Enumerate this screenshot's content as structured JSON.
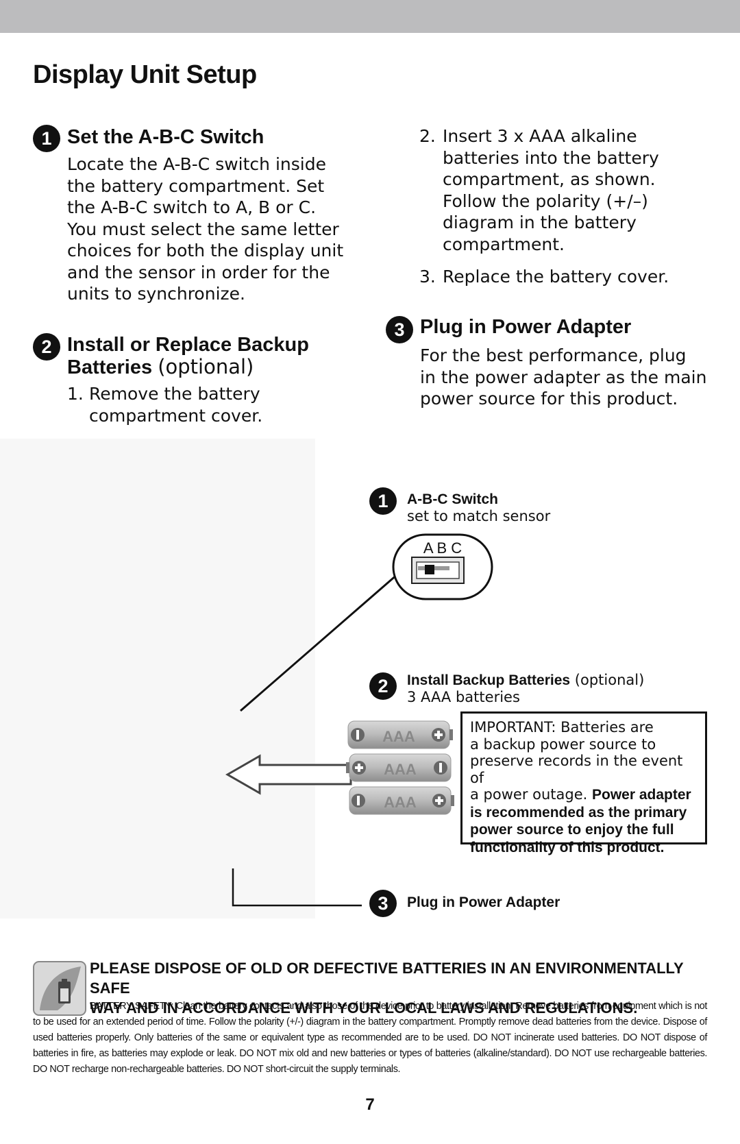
{
  "page": {
    "title": "Display Unit Setup",
    "page_number": "7"
  },
  "step1": {
    "number": "1",
    "heading": "Set the A-B-C Switch",
    "lines": [
      "Locate the A-B-C switch inside",
      "the battery compartment. Set",
      "the A-B-C switch to A, B or C.",
      "You must select the same letter",
      "choices for both the display unit",
      "and the sensor in order for the",
      "units to synchronize."
    ]
  },
  "step2": {
    "number": "2",
    "heading_line1": "Install or Replace Backup",
    "heading_line2_bold": "Batteries",
    "heading_line2_normal": "(optional)",
    "item1_num": "1.",
    "item1_lines": [
      "Remove the battery",
      "compartment cover."
    ],
    "item2_num": "2.",
    "item2_lines": [
      "Insert 3 x AAA alkaline",
      "batteries into the battery",
      "compartment, as shown.",
      "Follow the polarity (+/–)",
      "diagram in the battery",
      "compartment."
    ],
    "item3_num": "3.",
    "item3_lines": [
      "Replace the battery cover."
    ]
  },
  "step3": {
    "number": "3",
    "heading": "Plug in Power Adapter",
    "lines": [
      "For the best performance, plug",
      "in the power adapter as the main",
      "power source for this product."
    ]
  },
  "diagram": {
    "c1_number": "1",
    "c1_title": "A-B-C Switch",
    "c1_sub": "set to match sensor",
    "switch_letters": "A B C",
    "c2_number": "2",
    "c2_title_bold": "Install Backup Batteries",
    "c2_title_normal": "(optional)",
    "c2_sub": "3 AAA batteries",
    "battery_label": "AAA",
    "c3_number": "3",
    "c3_title": "Plug in Power Adapter",
    "important_lines": [
      "IMPORTANT: Batteries are",
      "a backup power source to",
      "preserve records in the event of"
    ],
    "important_line4_normal": "a power outage.",
    "important_line4_bold": "Power adapter",
    "important_bold_lines": [
      "is recommended as the primary",
      "power source to enjoy the full",
      "functionality of this product."
    ]
  },
  "disposal": {
    "heading_lines": [
      "PLEASE DISPOSE OF OLD OR DEFECTIVE BATTERIES IN AN ENVIRONMENTALLY SAFE",
      "WAY AND IN ACCORDANCE WITH YOUR LOCAL LAWS AND REGULATIONS."
    ],
    "safety_text": "BATTERY SAFETY: Clean the battery contacts and also those of the device prior to battery installation. Remove batteries from equipment which is not to be used for an extended period of time. Follow the polarity (+/-) diagram in the battery compartment. Promptly remove dead batteries from the device. Dispose of used batteries properly. Only batteries of the same or equivalent type as recommended are to be used. DO NOT incinerate used batteries. DO NOT dispose of batteries in fire, as batteries may explode or leak. DO NOT mix old and new batteries or types of batteries (alkaline/standard). DO NOT use rechargeable batteries. DO NOT recharge non-rechargeable batteries. DO NOT short-circuit the supply terminals."
  }
}
